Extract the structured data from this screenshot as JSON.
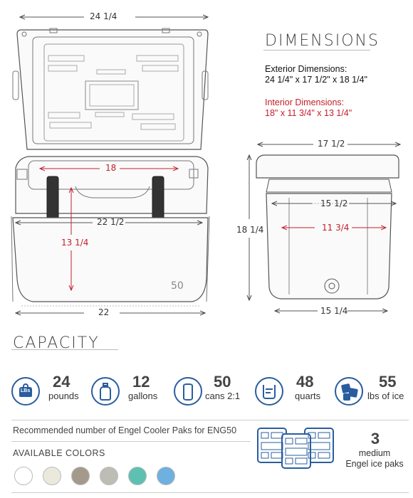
{
  "headings": {
    "dimensions": "DIMENSIONS",
    "capacity": "CAPACITY"
  },
  "exterior": {
    "label": "Exterior Dimensions:",
    "value": "24 1/4\" x 17 1/2\" x 18 1/4\""
  },
  "interior": {
    "label": "Interior Dimensions:",
    "value": "18\" x 11 3/4\" x 13 1/4\""
  },
  "front_view": {
    "top_width": "24 1/4",
    "interior_width": "18",
    "body_width": "22 1/2",
    "interior_height": "13 1/4",
    "base_width": "22",
    "model_mark": "50"
  },
  "side_view": {
    "top_depth": "17 1/2",
    "height": "18 1/4",
    "mid_depth": "15 1/2",
    "interior_depth": "11 3/4",
    "base_depth": "15 1/4"
  },
  "capacity": [
    {
      "icon": "weight-icon",
      "icon_text": "LBs",
      "number": "24",
      "unit": "pounds"
    },
    {
      "icon": "water-jug-icon",
      "icon_text": "",
      "number": "12",
      "unit": "gallons"
    },
    {
      "icon": "can-icon",
      "icon_text": "",
      "number": "50",
      "unit": "cans 2:1"
    },
    {
      "icon": "measuring-cup-icon",
      "icon_text": "",
      "number": "48",
      "unit": "quarts"
    },
    {
      "icon": "ice-cubes-icon",
      "icon_text": "",
      "number": "55",
      "unit": "lbs of ice"
    }
  ],
  "ice_paks": {
    "recommendation": "Recommended number of Engel Cooler Paks for ENG50",
    "count": "3",
    "size": "medium",
    "name": "Engel ice paks"
  },
  "colors": {
    "label": "AVAILABLE COLORS",
    "swatches": [
      "#ffffff",
      "#ebe9dc",
      "#a39a8b",
      "#bdbdb6",
      "#5ec0b0",
      "#6eb0e0"
    ]
  },
  "accent_color": "#2a5d9f",
  "interior_color": "#c4202a"
}
